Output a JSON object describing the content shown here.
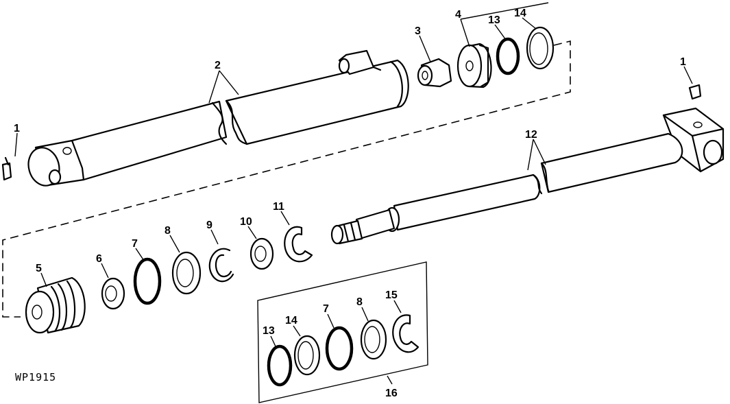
{
  "diagram": {
    "code": "WP1915",
    "callouts": [
      "1",
      "2",
      "3",
      "4",
      "13",
      "14",
      "1",
      "12",
      "5",
      "6",
      "7",
      "8",
      "9",
      "10",
      "11",
      "13",
      "14",
      "7",
      "8",
      "15",
      "16"
    ]
  }
}
